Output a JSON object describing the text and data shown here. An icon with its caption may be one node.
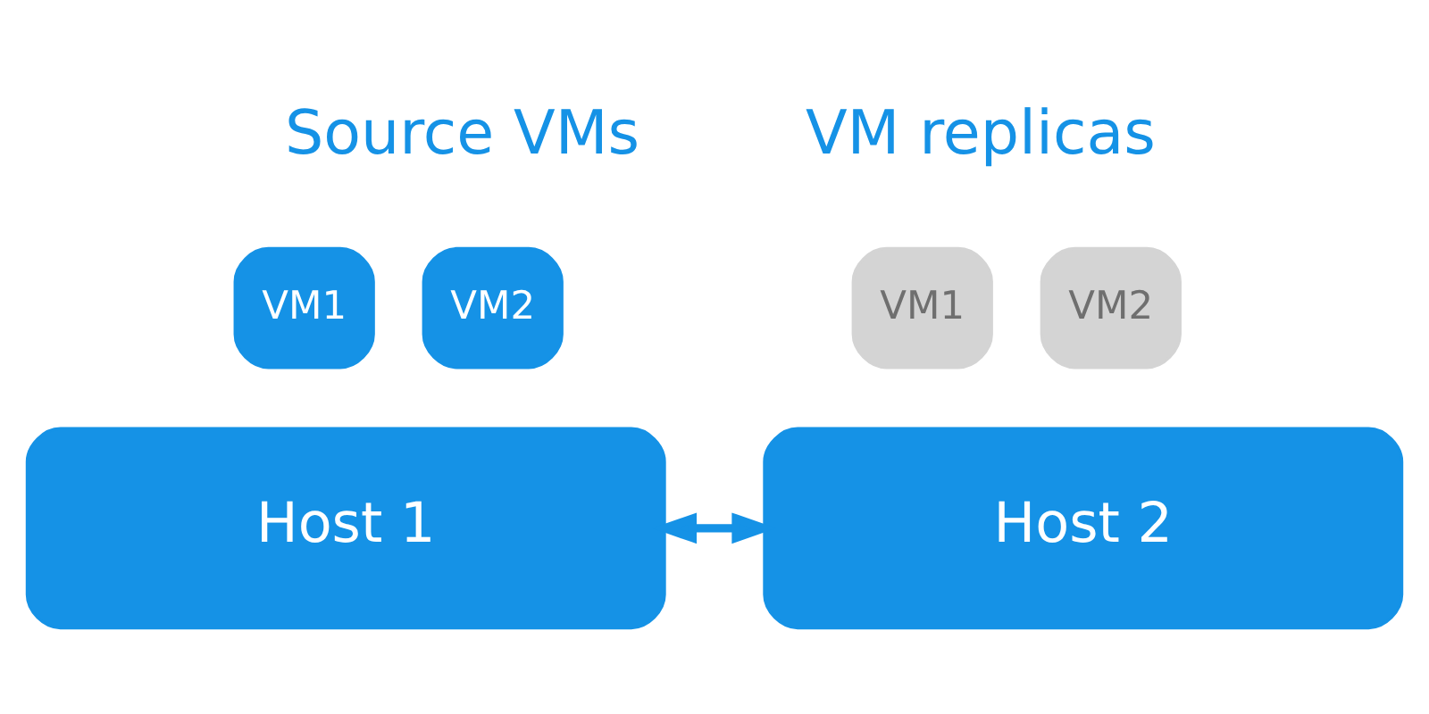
{
  "diagram": {
    "nodes": [
      {
        "text": [
          "Host 1"
        ]
      },
      {
        "text": [
          "VM1"
        ]
      },
      {
        "text": [
          "VM2"
        ]
      },
      {
        "text": [
          "Host 2"
        ]
      },
      {
        "text": [
          "VM1"
        ]
      },
      {
        "text": [
          "VM2"
        ]
      }
    ],
    "edges": [
      {
        "from": 0,
        "to": 3,
        "arrow": "both"
      }
    ],
    "labels": [
      "Source VMs",
      "VM replicas"
    ]
  }
}
